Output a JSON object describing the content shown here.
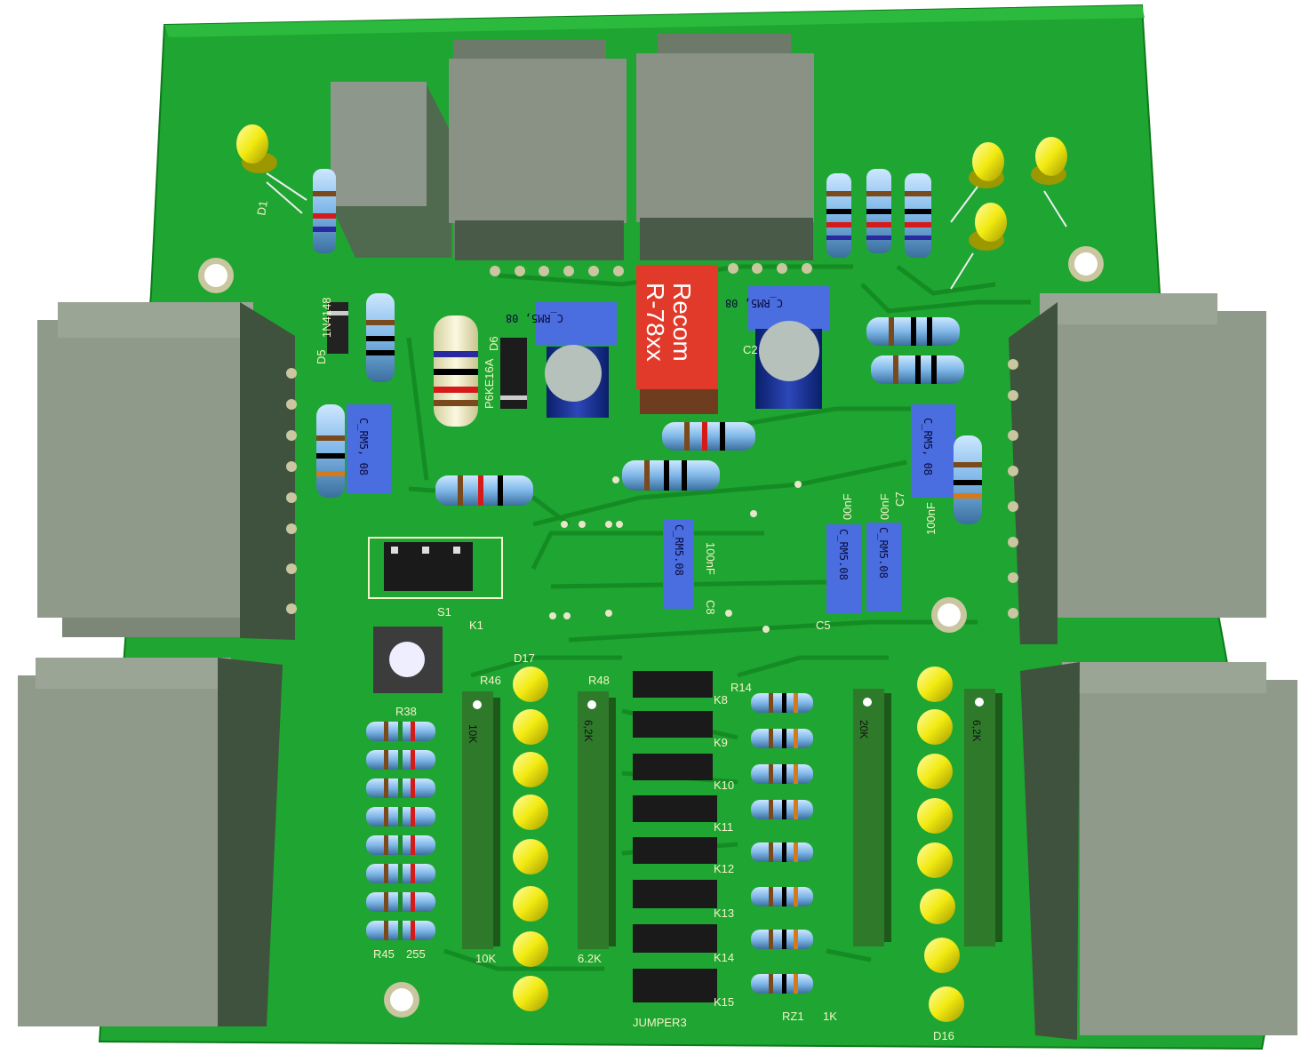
{
  "colors": {
    "board": "#1fa531",
    "board_edge": "#0c7a1a",
    "trace": "#138a22",
    "silkscreen": "#f4f4c8",
    "connector": "#909d8c",
    "connector_dark": "#4a5a48",
    "relay": "#8a9185",
    "led": "#f2ea10",
    "cap_blue": "#4a6de0",
    "regulator": "#e23a2a",
    "pot": "#2f7a2a"
  },
  "designators": {
    "d1": "D1",
    "d5": "D5",
    "d6": "D6",
    "d16": "D16",
    "d17": "D17",
    "k1": "K1",
    "s1": "S1",
    "k8": "K8",
    "k9": "K9",
    "k10": "K10",
    "k11": "K11",
    "k12": "K12",
    "k13": "K13",
    "k14": "K14",
    "k15": "K15",
    "r14": "R14",
    "r21": "RZ1",
    "r38": "R38",
    "r45": "R45",
    "r46": "R46",
    "r48": "R48",
    "c2": "C2",
    "c5": "C5",
    "c7": "C7",
    "c8": "C8",
    "jumper3": "JUMPER3"
  },
  "values": {
    "diode_d5": "1N4148",
    "tvs_d6": "P6KE16A",
    "r45": "255",
    "rz1": "1K",
    "pot_10k": "10K",
    "pot_6_2k": "6,2K",
    "pot_6_2k_bottom": "6.2K",
    "pot_20k": "20K",
    "pot_right_6_2k": "6,2K",
    "cap_100nf": "100nF",
    "cap_00nf_a": "00nF",
    "cap_00nf_b": "00nF",
    "cap_c7": "100nF"
  },
  "packages": {
    "c_rm": "C_RM5.08",
    "c_rm_alt": "C_RM5, 08"
  },
  "regulator": {
    "line1": "Recom",
    "line2": "R-78xx"
  },
  "icons": [
    "led-icon",
    "resistor-icon",
    "capacitor-icon",
    "relay-icon",
    "connector-icon",
    "jumper-icon",
    "mounting-hole-icon"
  ]
}
